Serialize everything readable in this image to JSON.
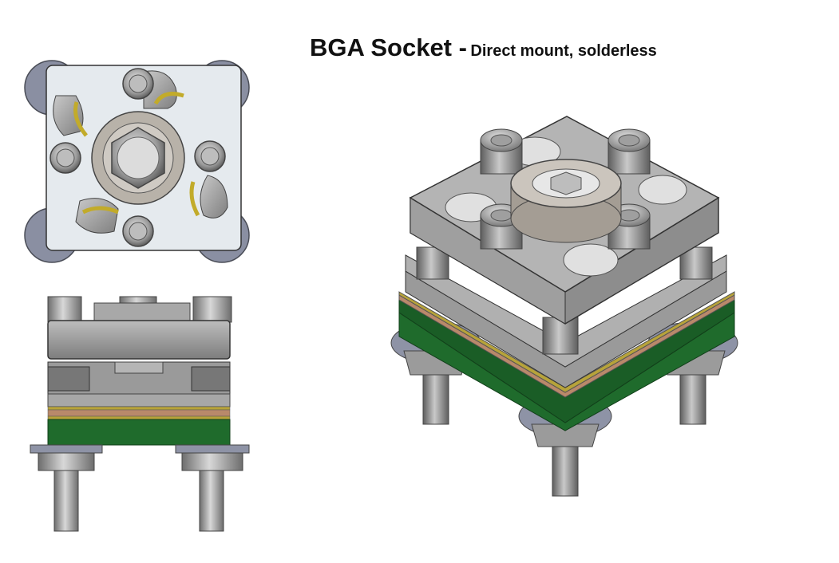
{
  "title": {
    "main": "BGA Socket -",
    "subtitle": "Direct mount, solderless"
  },
  "colors": {
    "metal_light": "#d6d6d6",
    "metal_mid": "#a9a9a9",
    "metal_dark": "#6f6f6f",
    "top_plate_face": "#e6ebee",
    "pcb_green": "#1f6b2c",
    "copper": "#b9896a",
    "gold": "#b7a33a",
    "washer": "#8e93a6"
  },
  "views": {
    "top": "top-view",
    "front": "front-view",
    "isometric": "isometric-view"
  }
}
